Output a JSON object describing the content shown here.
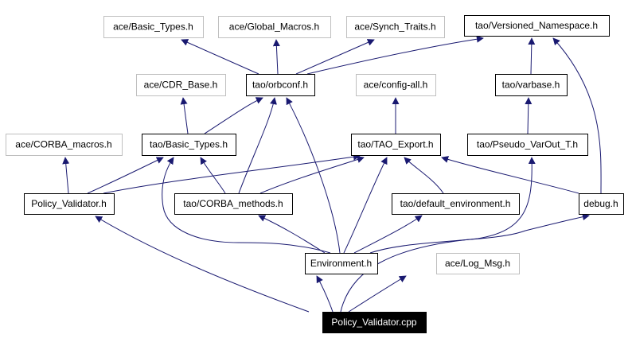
{
  "diagram": {
    "title": "Include dependency graph for Policy_Validator.cpp",
    "edge_color": "#191970",
    "nodes": [
      {
        "id": "ace_basic_types",
        "label": "ace/Basic_Types.h",
        "style": "external"
      },
      {
        "id": "ace_global_macros",
        "label": "ace/Global_Macros.h",
        "style": "external"
      },
      {
        "id": "ace_synch_traits",
        "label": "ace/Synch_Traits.h",
        "style": "external"
      },
      {
        "id": "tao_versioned_namespace",
        "label": "tao/Versioned_Namespace.h",
        "style": "normal"
      },
      {
        "id": "ace_cdr_base",
        "label": "ace/CDR_Base.h",
        "style": "external"
      },
      {
        "id": "tao_orbconf",
        "label": "tao/orbconf.h",
        "style": "normal"
      },
      {
        "id": "ace_config_all",
        "label": "ace/config-all.h",
        "style": "external"
      },
      {
        "id": "tao_varbase",
        "label": "tao/varbase.h",
        "style": "normal"
      },
      {
        "id": "ace_corba_macros",
        "label": "ace/CORBA_macros.h",
        "style": "external"
      },
      {
        "id": "tao_basic_types",
        "label": "tao/Basic_Types.h",
        "style": "normal"
      },
      {
        "id": "tao_tao_export",
        "label": "tao/TAO_Export.h",
        "style": "normal"
      },
      {
        "id": "tao_pseudo_varout_t",
        "label": "tao/Pseudo_VarOut_T.h",
        "style": "normal"
      },
      {
        "id": "policy_validator_h",
        "label": "Policy_Validator.h",
        "style": "normal"
      },
      {
        "id": "tao_corba_methods",
        "label": "tao/CORBA_methods.h",
        "style": "normal"
      },
      {
        "id": "tao_default_environment",
        "label": "tao/default_environment.h",
        "style": "normal"
      },
      {
        "id": "debug_h",
        "label": "debug.h",
        "style": "normal"
      },
      {
        "id": "environment_h",
        "label": "Environment.h",
        "style": "normal"
      },
      {
        "id": "ace_log_msg",
        "label": "ace/Log_Msg.h",
        "style": "external"
      },
      {
        "id": "policy_validator_cpp",
        "label": "Policy_Validator.cpp",
        "style": "root"
      }
    ],
    "edges": [
      {
        "from": "tao_orbconf",
        "to": "ace_basic_types"
      },
      {
        "from": "tao_orbconf",
        "to": "ace_global_macros"
      },
      {
        "from": "tao_orbconf",
        "to": "ace_synch_traits"
      },
      {
        "from": "tao_orbconf",
        "to": "tao_versioned_namespace"
      },
      {
        "from": "tao_varbase",
        "to": "tao_versioned_namespace"
      },
      {
        "from": "debug_h",
        "to": "tao_versioned_namespace"
      },
      {
        "from": "tao_basic_types",
        "to": "ace_cdr_base"
      },
      {
        "from": "tao_basic_types",
        "to": "tao_orbconf"
      },
      {
        "from": "tao_tao_export",
        "to": "ace_config_all"
      },
      {
        "from": "tao_pseudo_varout_t",
        "to": "tao_varbase"
      },
      {
        "from": "policy_validator_h",
        "to": "ace_corba_macros"
      },
      {
        "from": "policy_validator_h",
        "to": "tao_basic_types"
      },
      {
        "from": "policy_validator_h",
        "to": "tao_tao_export"
      },
      {
        "from": "tao_corba_methods",
        "to": "tao_basic_types"
      },
      {
        "from": "tao_corba_methods",
        "to": "tao_orbconf"
      },
      {
        "from": "tao_corba_methods",
        "to": "tao_tao_export"
      },
      {
        "from": "tao_default_environment",
        "to": "tao_tao_export"
      },
      {
        "from": "debug_h",
        "to": "tao_tao_export"
      },
      {
        "from": "environment_h",
        "to": "tao_basic_types"
      },
      {
        "from": "environment_h",
        "to": "tao_corba_methods"
      },
      {
        "from": "environment_h",
        "to": "tao_orbconf"
      },
      {
        "from": "environment_h",
        "to": "tao_tao_export"
      },
      {
        "from": "environment_h",
        "to": "tao_default_environment"
      },
      {
        "from": "environment_h",
        "to": "debug_h"
      },
      {
        "from": "policy_validator_cpp",
        "to": "policy_validator_h"
      },
      {
        "from": "policy_validator_cpp",
        "to": "environment_h"
      },
      {
        "from": "policy_validator_cpp",
        "to": "ace_log_msg"
      },
      {
        "from": "policy_validator_cpp",
        "to": "tao_pseudo_varout_t"
      }
    ]
  }
}
